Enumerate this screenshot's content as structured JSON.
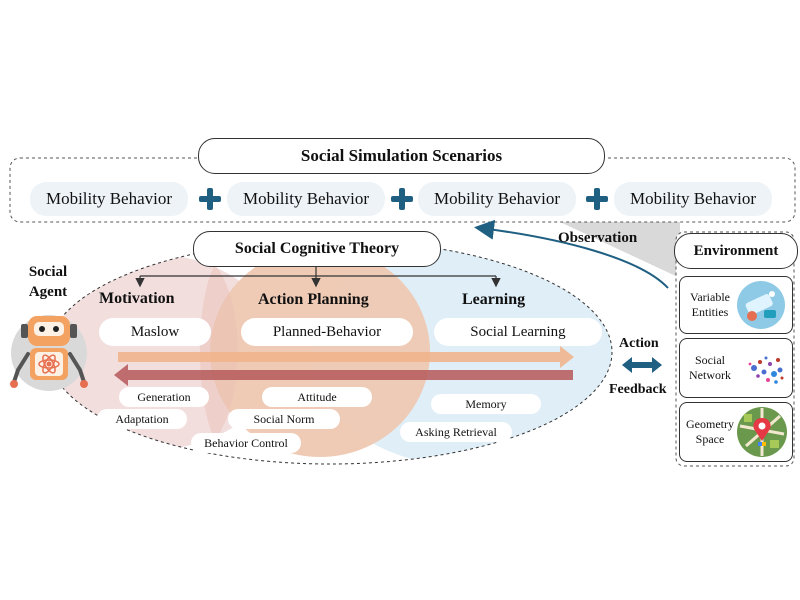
{
  "scenarios": {
    "title": "Social Simulation Scenarios",
    "items": [
      "Mobility Behavior",
      "Mobility Behavior",
      "Mobility Behavior",
      "Mobility Behavior"
    ]
  },
  "theory": {
    "title": "Social Cognitive Theory",
    "columns": [
      {
        "heading": "Motivation",
        "main": "Maslow"
      },
      {
        "heading": "Action Planning",
        "main": "Planned-Behavior"
      },
      {
        "heading": "Learning",
        "main": "Social Learning"
      }
    ],
    "motivation_items": [
      "Generation",
      "Adaptation"
    ],
    "planning_items": [
      "Attitude",
      "Social Norm",
      "Behavior Control"
    ],
    "learning_items": [
      "Memory",
      "Asking Retrieval"
    ]
  },
  "agent": {
    "label": "Social Agent",
    "icon": "robot-icon"
  },
  "links": {
    "observation": "Observation",
    "action": "Action",
    "feedback": "Feedback"
  },
  "environment": {
    "title": "Environment",
    "items": [
      {
        "label": "Variable Entities",
        "icon": "entities-icon"
      },
      {
        "label": "Social Network",
        "icon": "network-icon"
      },
      {
        "label": "Geometry Space",
        "icon": "map-icon"
      }
    ]
  },
  "colors": {
    "motivation_fill": "#f3dede",
    "planning_fill": "#eec8b2",
    "learning_fill": "#dfeef7",
    "accent": "#1f5f82",
    "arrow_forward": "#f0b48c",
    "arrow_back": "#b85f60"
  }
}
